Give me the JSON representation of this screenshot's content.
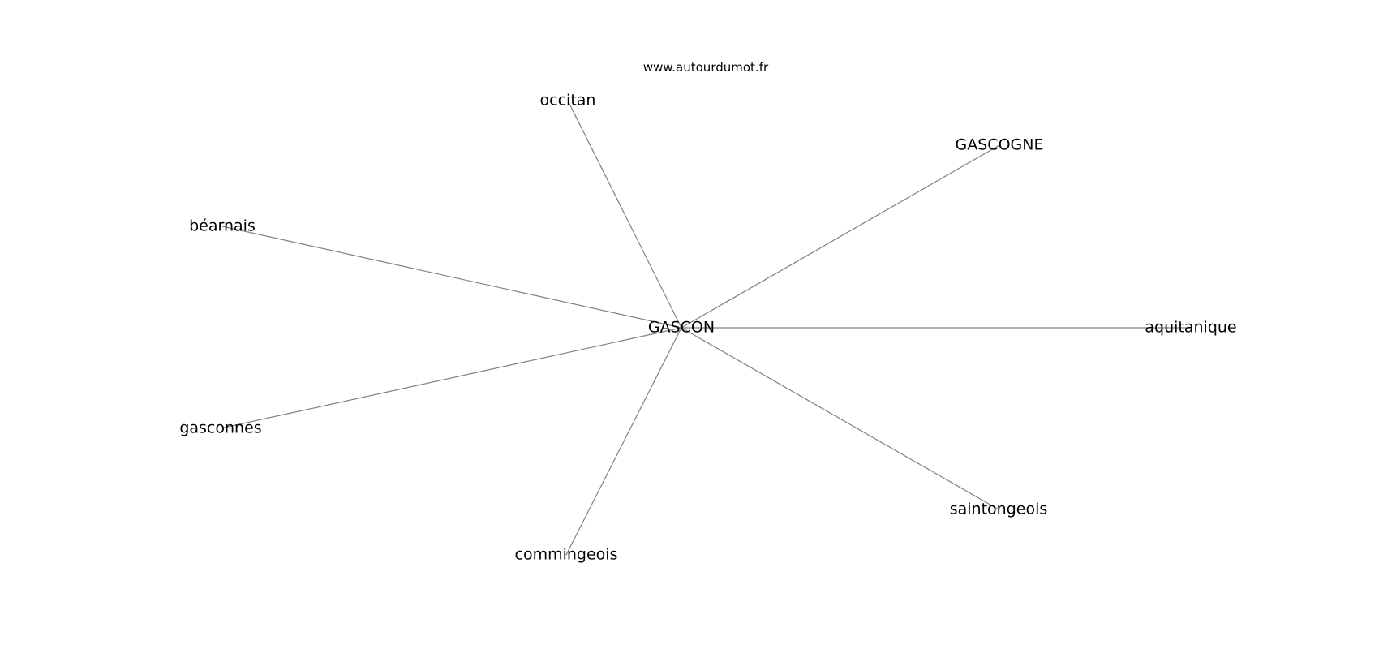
{
  "watermark": "www.autourdumot.fr",
  "center": {
    "id": "gascon",
    "label": "GASCON"
  },
  "nodes": [
    {
      "id": "occitan",
      "label": "occitan"
    },
    {
      "id": "gascogne",
      "label": "GASCOGNE"
    },
    {
      "id": "bearnais",
      "label": "béarnais"
    },
    {
      "id": "aquitanique",
      "label": "aquitanique"
    },
    {
      "id": "gasconnes",
      "label": "gasconnes"
    },
    {
      "id": "saintongeois",
      "label": "saintongeois"
    },
    {
      "id": "commingeois",
      "label": "commingeois"
    }
  ],
  "edges": [
    {
      "from": "gascon",
      "to": "occitan"
    },
    {
      "from": "gascon",
      "to": "gascogne"
    },
    {
      "from": "gascon",
      "to": "bearnais"
    },
    {
      "from": "gascon",
      "to": "aquitanique"
    },
    {
      "from": "gascon",
      "to": "gasconnes"
    },
    {
      "from": "gascon",
      "to": "saintongeois"
    },
    {
      "from": "gascon",
      "to": "commingeois"
    }
  ],
  "colors": {
    "edge": "#808080",
    "text": "#000000",
    "background": "#ffffff"
  }
}
